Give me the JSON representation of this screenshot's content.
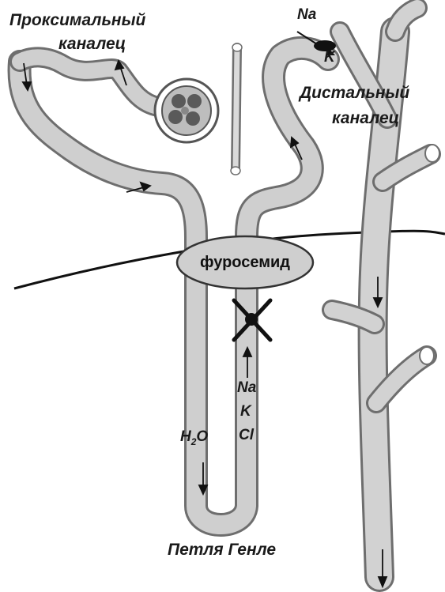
{
  "labels": {
    "proximal_line1": "Проксимальный",
    "proximal_line2": "каналец",
    "distal_line1": "Дистальный",
    "distal_line2": "каналец",
    "drug": "фуросемид",
    "loop": "Петля Генле",
    "h2o_main": "H",
    "h2o_sub": "2",
    "h2o_tail": "O",
    "ion_na": "Na",
    "ion_k": "K",
    "ion_cl": "Cl",
    "top_na": "Na",
    "top_k": "K"
  },
  "colors": {
    "tube_fill": "#c8c8c8",
    "tube_edge": "#6e6e6e",
    "drug_fill": "#cfcfcf",
    "line": "#111111"
  },
  "icons": {
    "blocked": "x-mark-icon",
    "flow": "arrow-icon"
  }
}
